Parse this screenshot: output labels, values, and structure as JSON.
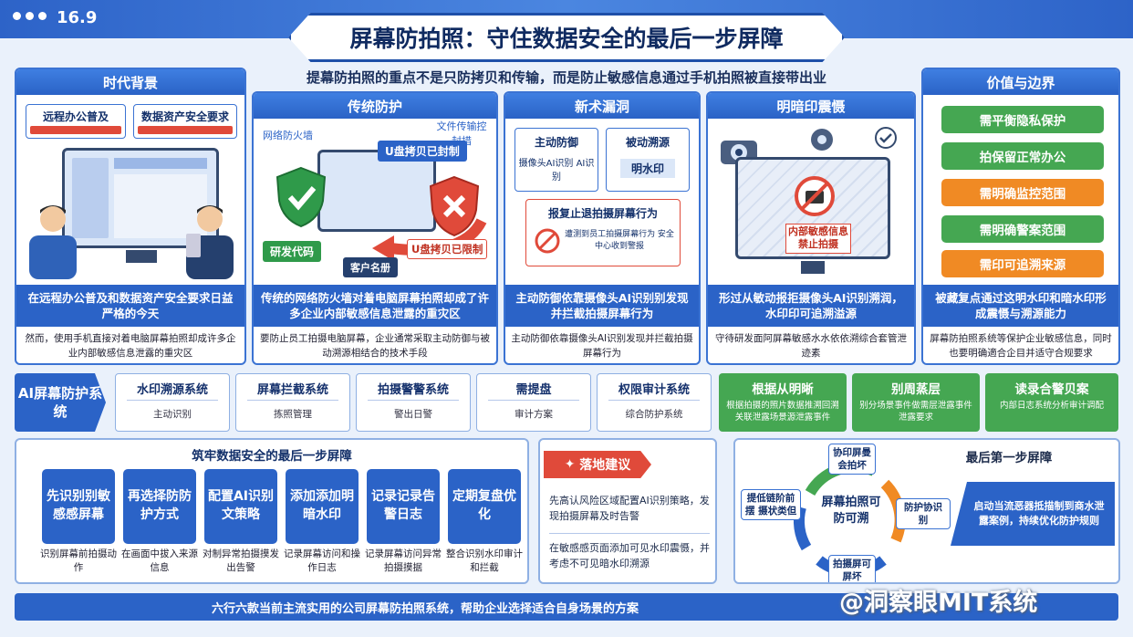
{
  "header": {
    "version": "16.9",
    "title": "屏幕防拍照：守住数据安全的最后一步屏障",
    "subtitle": "提幕防拍照的重点不是只防拷贝和传输，而是防止敏感信息通过手机拍照被直接带出业"
  },
  "panels": {
    "background": {
      "title": "时代背景",
      "tag1": "远程办公普及",
      "tag2": "数据资产安全要求",
      "band": "在远程办公普及和数据资产安全要求日益严格的今天",
      "desc": "然而，使用手机直接对着电脑屏幕拍照却成许多企业内部敏感信息泄露的重灾区"
    },
    "traditional": {
      "title": "传统防护",
      "label_firewall": "网络防火墙",
      "label_file": "文件传输控封措",
      "label_usb_sealed": "U盘拷贝已封制",
      "label_usb_limited": "U盘拷贝已限制",
      "label_code": "研发代码",
      "label_client": "客户名册",
      "band": "传统的网络防火墙对着电脑屏幕拍照却成了许多企业内部敏感信息泄露的重灾区",
      "desc": "要防止员工拍摄电脑屏幕，企业通常采取主动防御与被动溯源相结合的技术手段"
    },
    "newgap": {
      "title": "新术漏洞",
      "box1_title": "主动防御",
      "box1_sub": "摄像头AI识别 AI识别",
      "box2_title": "被动溯源",
      "box2_sub": "明水印",
      "alert_title": "报复止退拍摄屏幕行为",
      "alert_sub": "遭测到员工拍摄屏幕行为 安全中心收到警报",
      "band": "主动防御依靠摄像头AI识别别发现并拦截拍摄屏幕行为",
      "desc": "主动防御依靠摄像头AI识别发现并拦截拍摄屏幕行为"
    },
    "watermark": {
      "title": "明暗印震慑",
      "label_warn": "内部敏感信息禁止拍摄",
      "band": "形过从敏动报拒摄像头AI识别溯润，水印印可追溯溢源",
      "desc": "守待研发面阿屏幕敏感水水依依溯综合套管泄迹素"
    },
    "value": {
      "title": "价值与边界",
      "items": [
        "需平衡隐私保护",
        "拍保留正常办公",
        "需明确监控范围",
        "需明确警案范围",
        "需印可追溯来源"
      ],
      "band": "被藏复点通过这明水印和暗水印形成震慑与溯源能力",
      "desc": "屏幕防拍照系统等保护企业敏感信息，同时也要明确適合企目并适守合规要求"
    }
  },
  "systems": {
    "title": "AI屏幕防护系统",
    "items": [
      {
        "title": "水印溯源系统",
        "sub": "主动识别"
      },
      {
        "title": "屏幕拦截系统",
        "sub": "拣照管理"
      },
      {
        "title": "拍摄警警系统",
        "sub": "警出日警"
      },
      {
        "title": "需提盘",
        "sub": "审计方案"
      },
      {
        "title": "权限审计系统",
        "sub": "综合防护系统"
      }
    ],
    "green": [
      {
        "title": "根据从明晰",
        "sub": "根据拍摄的照片数据推溯回溯关联泄露场景源泄露事件"
      },
      {
        "title": "别周蒸层",
        "sub": "别分场景事件做需层泄露事件泄露要求"
      },
      {
        "title": "读录合警贝案",
        "sub": "内部日志系统分析审计调配"
      }
    ]
  },
  "steps": {
    "title": "筑牢数据安全的最后一步屏障",
    "items": [
      {
        "label": "先识别别敏感感屏幕",
        "desc": "识别屏幕前拍摄动作"
      },
      {
        "label": "再选择防防护方式",
        "desc": "在画面中拔入来源信息"
      },
      {
        "label": "配置AI识别文策略",
        "desc": "对制异常拍摄摸发出告警"
      },
      {
        "label": "添加添加明暗水印",
        "desc": "记录屏幕访问和操作日志"
      },
      {
        "label": "记录记录告警日志",
        "desc": "记录屏幕访问异常拍摄摸据"
      },
      {
        "label": "定期复盘优化",
        "desc": "整合识别水印审计和拦截"
      }
    ]
  },
  "advice": {
    "title": "落地建议",
    "p1": "先高认风险区域配置AI识别策略，发现拍摄屏幕及时告警",
    "p2": "在敏感感页面添加可见水印震慑，并考虑不可见暗水印溯源"
  },
  "cycle": {
    "title": "最后第一步屏障",
    "center": "屏幕拍照可防可溯",
    "n1": "协印屏曼会拍坏",
    "n2": "防护协识别",
    "n3": "拍摄屏可屏坏",
    "n4": "提低链阶前摆 摄状类但",
    "note": "启动当流恶器抵描制到商水泄露案例，持续优化防护规则"
  },
  "footer": {
    "text": "六行六款当前主流实用的公司屏幕防拍照系统，帮助企业选择适合自身场景的方案",
    "watermark": "@洞察眼MIT系统"
  },
  "colors": {
    "primary": "#2b63c7",
    "green": "#45a752",
    "orange": "#f08a24",
    "red": "#e04a3a"
  }
}
